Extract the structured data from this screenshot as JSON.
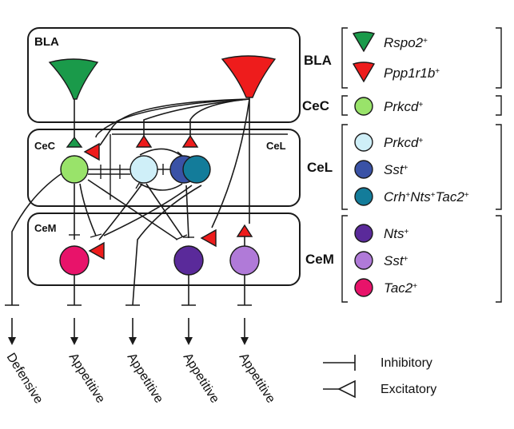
{
  "regions": {
    "bla": "BLA",
    "cec": "CeC",
    "cel": "CeL",
    "cem": "CeM"
  },
  "legend": {
    "groups": {
      "bla": "BLA",
      "cec": "CeC",
      "cel": "CeL",
      "cem": "CeM"
    },
    "items": [
      {
        "label": "Rspo2",
        "sup": "+",
        "color": "#1a9a4a",
        "shape": "triangle-down"
      },
      {
        "label": "Ppp1r1b",
        "sup": "+",
        "color": "#ee1c1c",
        "shape": "triangle-down"
      },
      {
        "label": "Prkcd",
        "sup": "+",
        "color": "#99e36a",
        "shape": "circle"
      },
      {
        "label": "Prkcd",
        "sup": "+",
        "color": "#cfeff8",
        "shape": "circle"
      },
      {
        "label": "Sst",
        "sup": "+",
        "color": "#3a52a6",
        "shape": "circle"
      },
      {
        "label": "Crh",
        "label2": "Nts",
        "label3": "Tac2",
        "sup": "+",
        "color": "#137c9a",
        "shape": "circle"
      },
      {
        "label": "Nts",
        "sup": "+",
        "color": "#5a2a9a",
        "shape": "circle"
      },
      {
        "label": "Sst",
        "sup": "+",
        "color": "#b07ad8",
        "shape": "circle"
      },
      {
        "label": "Tac2",
        "sup": "+",
        "color": "#e8136a",
        "shape": "circle"
      }
    ],
    "synapses": {
      "inhibitory": "Inhibitory",
      "excitatory": "Excitatory"
    }
  },
  "outputs": [
    "Defensive",
    "Appetitive",
    "Appetitive",
    "Appetitive",
    "Appetitive"
  ]
}
